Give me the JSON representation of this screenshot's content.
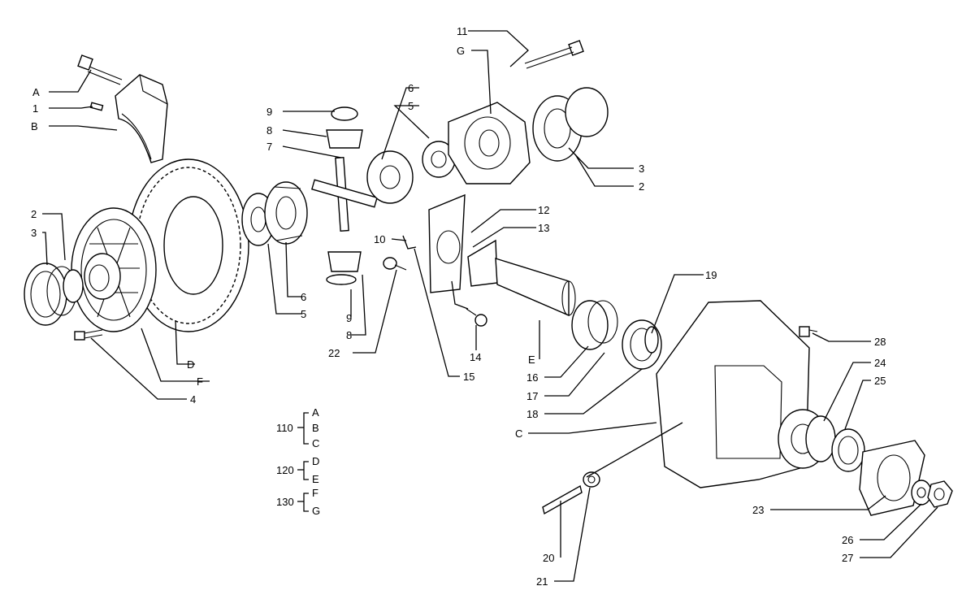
{
  "callouts": {
    "A": "A",
    "B": "B",
    "C": "C",
    "D": "D",
    "E": "E",
    "F": "F",
    "G": "G",
    "n1": "1",
    "n2": "2",
    "n3": "3",
    "n4": "4",
    "n5": "5",
    "n6": "6",
    "n7": "7",
    "n8": "8",
    "n9": "9",
    "n10": "10",
    "n11": "11",
    "n12": "12",
    "n13": "13",
    "n14": "14",
    "n15": "15",
    "n16": "16",
    "n17": "17",
    "n18": "18",
    "n19": "19",
    "n20": "20",
    "n21": "21",
    "n22": "22",
    "n23": "23",
    "n24": "24",
    "n25": "25",
    "n26": "26",
    "n27": "27",
    "n28": "28"
  },
  "legend": {
    "g110": {
      "code": "110",
      "items": [
        "A",
        "B",
        "C"
      ]
    },
    "g120": {
      "code": "120",
      "items": [
        "D",
        "E"
      ]
    },
    "g130": {
      "code": "130",
      "items": [
        "F",
        "G"
      ]
    }
  },
  "colors": {
    "ink": "#000000",
    "paper": "#ffffff"
  }
}
